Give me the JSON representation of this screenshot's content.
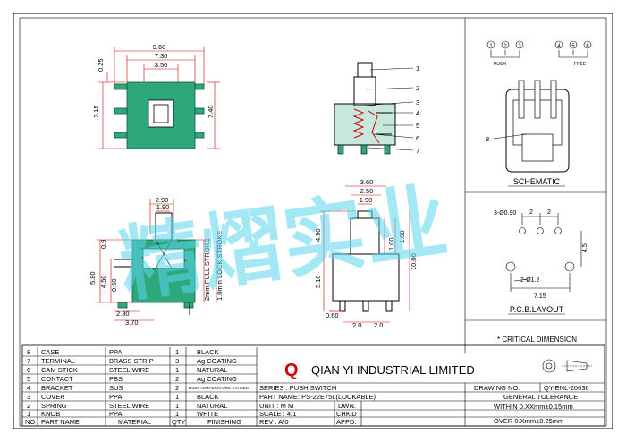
{
  "dims": {
    "d960": "9.60",
    "d730": "7.30",
    "d350": "3.50",
    "d025": "0.25",
    "d715": "7.15",
    "d740": "7.40",
    "d290": "2.90",
    "d190a": "1.90",
    "d09": "0.9",
    "d580": "5.80",
    "d450": "4.50",
    "d050": "0.50",
    "d230": "2.30",
    "d370": "3.70",
    "full_stroke": "2mm FULL STROKE",
    "lock_stroke": "1.0mm LOCK STROKE",
    "d360": "3.60",
    "d250": "2.50",
    "d190b": "1.90",
    "d490": "4.90",
    "d100a": "1.00",
    "d100b": "1.00",
    "d1000": "10.00",
    "d510": "5.10",
    "d060": "0.60",
    "d20a": "2.0",
    "d20b": "2.0"
  },
  "callouts": [
    "1",
    "2",
    "3",
    "4",
    "5",
    "6",
    "7"
  ],
  "schematic": {
    "title": "SCHEMATIC",
    "label_push": "PUSH",
    "label_free": "FREE",
    "circle_nums": [
      "1",
      "2",
      "3",
      "4",
      "5",
      "6"
    ],
    "callout": "8"
  },
  "pcb": {
    "hole_spec": "3-Ø0.90",
    "d2a": "2",
    "d2b": "2",
    "d45": "4.5",
    "d12": "2-Ø1.2",
    "d715": "7.15",
    "title": "P.C.B.LAYOUT"
  },
  "critical": "* CRITICAL DIMENSION",
  "company": {
    "logo_letter": "Q",
    "name": "QIAN YI INDUSTRIAL LIMITED"
  },
  "watermark": "精熠实业",
  "bom": [
    {
      "no": "8",
      "part": "CASE",
      "mat": "PPA",
      "qty": "1",
      "fin": "BLACK"
    },
    {
      "no": "7",
      "part": "TERMINAL",
      "mat": "BRASS STRIP",
      "qty": "3",
      "fin": "Ag COATING"
    },
    {
      "no": "6",
      "part": "CAM STICK",
      "mat": "STEEL WIRE",
      "qty": "1",
      "fin": "NATURAL"
    },
    {
      "no": "5",
      "part": "CONTACT",
      "mat": "PBS",
      "qty": "2",
      "fin": "Ag COATING"
    },
    {
      "no": "4",
      "part": "BRACKET",
      "mat": "SUS",
      "qty": "2",
      "fin": "HIGH TEMPERATURE 270 DEG"
    },
    {
      "no": "3",
      "part": "COVER",
      "mat": "PPA",
      "qty": "1",
      "fin": "BLACK"
    },
    {
      "no": "2",
      "part": "SPRING",
      "mat": "STEEL WIRE",
      "qty": "1",
      "fin": "NATURAL"
    },
    {
      "no": "1",
      "part": "KNOB",
      "mat": "PPA",
      "qty": "1",
      "fin": "WHITE"
    }
  ],
  "bom_header": {
    "no": "NO",
    "part": "PART NAME",
    "mat": "MATERIAL",
    "qty": "QTY",
    "fin": "FINISHING"
  },
  "title_block": {
    "series": "SERIES : PUSH SWITCH",
    "part_name": "PART NAME: PS-22E75L(LOCKABLE)",
    "unit": "UNIT : M M",
    "scale": "SCALE : 4:1",
    "rev": "REV  : A/0",
    "dwn": "DWN.",
    "chkd": "CHK'D",
    "appd": "APPD.",
    "drawing_no_label": "DRAWING NO:",
    "drawing_no": "QY-ENL-20036",
    "tolerance_title": "GENERAL TOLERANCE",
    "tol1": "WITHIN 0.XXmm±0.15mm",
    "tol2": "OVER  0.Xmm±0.25mm"
  }
}
